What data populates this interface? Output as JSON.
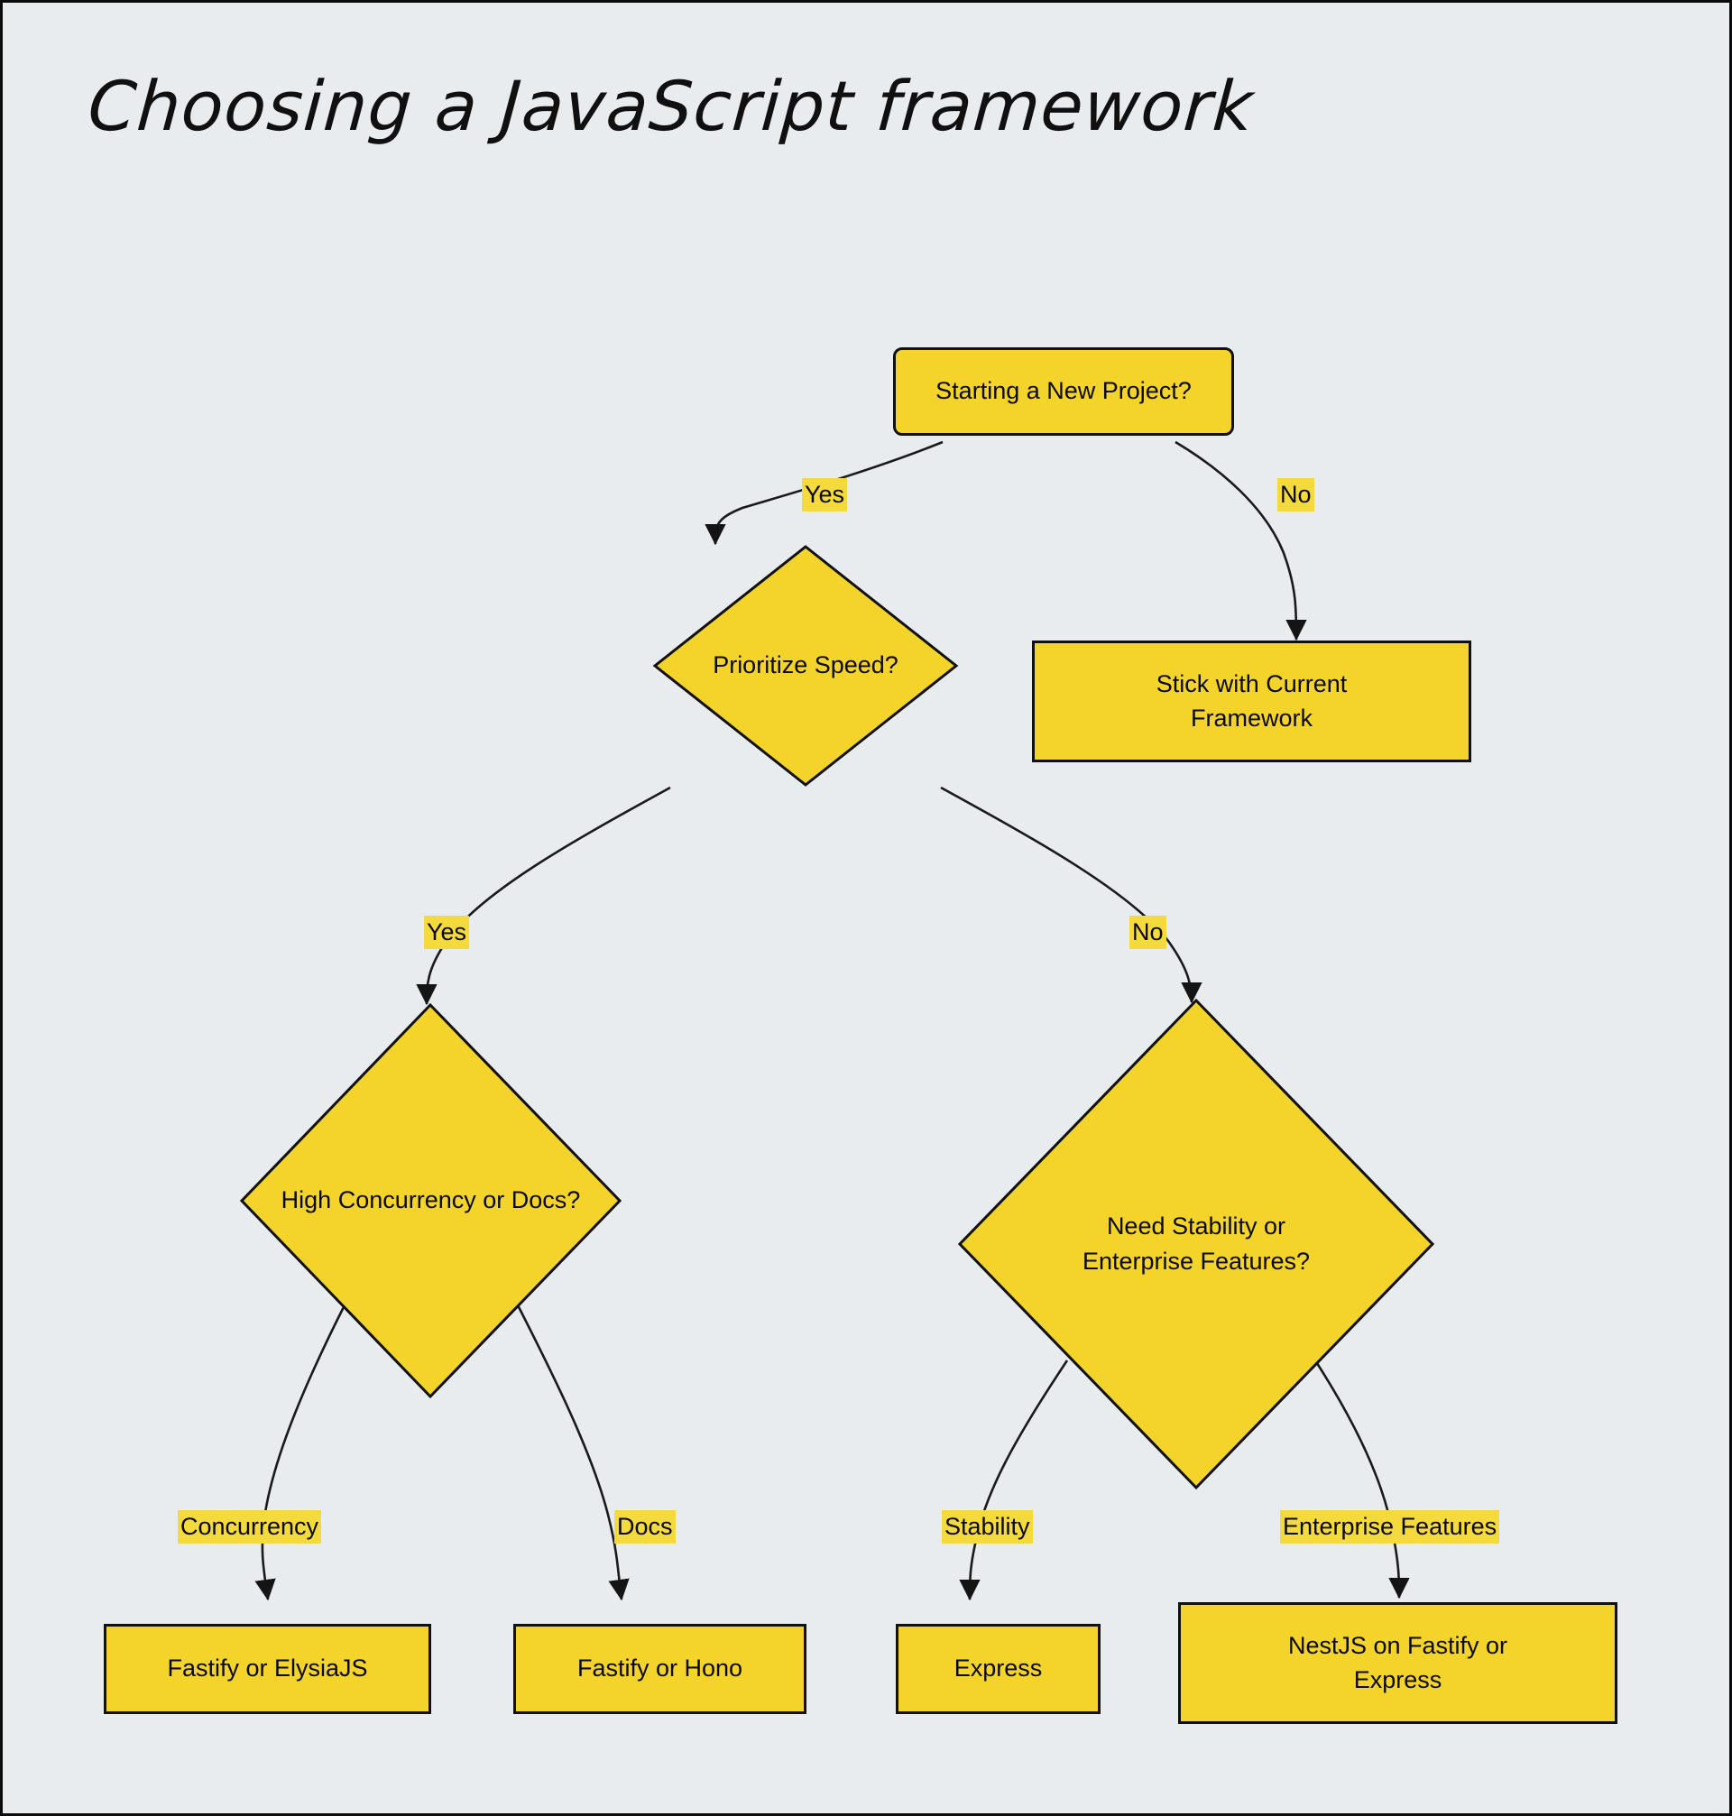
{
  "title": "Choosing a JavaScript framework",
  "colors": {
    "background": "#e8ecef",
    "node_fill": "#f4d32a",
    "node_stroke": "#111111",
    "edge_label_fill": "#f4da3c",
    "text": "#0a0a0a",
    "edge_stroke": "#1a1a1a"
  },
  "nodes": {
    "start": {
      "label": "Starting a New Project?",
      "shape": "rounded-rect"
    },
    "stick": {
      "label": "Stick with Current Framework",
      "shape": "rect"
    },
    "speed": {
      "label": "Prioritize Speed?",
      "shape": "diamond"
    },
    "concurrency_docs": {
      "label": "High Concurrency or Docs?",
      "shape": "diamond"
    },
    "stability_enterprise": {
      "label": "Need Stability or Enterprise Features?",
      "shape": "diamond"
    },
    "fastify_elysia": {
      "label": "Fastify or ElysiaJS",
      "shape": "rect"
    },
    "fastify_hono": {
      "label": "Fastify or Hono",
      "shape": "rect"
    },
    "express": {
      "label": "Express",
      "shape": "rect"
    },
    "nestjs": {
      "label": "NestJS on Fastify or Express",
      "shape": "rect"
    }
  },
  "edge_labels": {
    "start_yes": "Yes",
    "start_no": "No",
    "speed_yes": "Yes",
    "speed_no": "No",
    "concurrency": "Concurrency",
    "docs": "Docs",
    "stability": "Stability",
    "enterprise_features": "Enterprise Features"
  },
  "chart_data": {
    "type": "diagram",
    "subtype": "decision-flowchart",
    "title": "Choosing a JavaScript framework",
    "nodes": [
      {
        "id": "start",
        "label": "Starting a New Project?",
        "shape": "rounded-rect"
      },
      {
        "id": "speed",
        "label": "Prioritize Speed?",
        "shape": "diamond"
      },
      {
        "id": "stick",
        "label": "Stick with Current Framework",
        "shape": "rect"
      },
      {
        "id": "concurrency_docs",
        "label": "High Concurrency or Docs?",
        "shape": "diamond"
      },
      {
        "id": "stability_enterprise",
        "label": "Need Stability or Enterprise Features?",
        "shape": "diamond"
      },
      {
        "id": "fastify_elysia",
        "label": "Fastify or ElysiaJS",
        "shape": "rect"
      },
      {
        "id": "fastify_hono",
        "label": "Fastify or Hono",
        "shape": "rect"
      },
      {
        "id": "express",
        "label": "Express",
        "shape": "rect"
      },
      {
        "id": "nestjs",
        "label": "NestJS on Fastify or Express",
        "shape": "rect"
      }
    ],
    "edges": [
      {
        "from": "start",
        "to": "speed",
        "label": "Yes"
      },
      {
        "from": "start",
        "to": "stick",
        "label": "No"
      },
      {
        "from": "speed",
        "to": "concurrency_docs",
        "label": "Yes"
      },
      {
        "from": "speed",
        "to": "stability_enterprise",
        "label": "No"
      },
      {
        "from": "concurrency_docs",
        "to": "fastify_elysia",
        "label": "Concurrency"
      },
      {
        "from": "concurrency_docs",
        "to": "fastify_hono",
        "label": "Docs"
      },
      {
        "from": "stability_enterprise",
        "to": "express",
        "label": "Stability"
      },
      {
        "from": "stability_enterprise",
        "to": "nestjs",
        "label": "Enterprise Features"
      }
    ]
  }
}
